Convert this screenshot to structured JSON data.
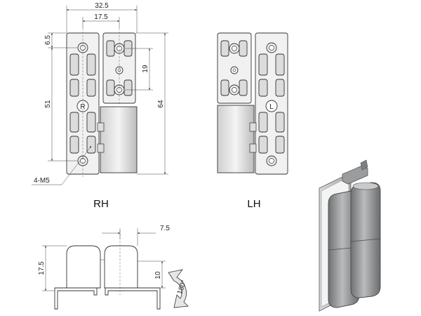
{
  "top_views": {
    "dims": {
      "overall_width": "32.5",
      "inner_width": "17.5",
      "top_offset": "6.5",
      "hole_spacing": "19",
      "hole_span": "51",
      "overall_height": "64",
      "threads": "4-M5"
    },
    "markers": {
      "right": "R",
      "left": "L"
    },
    "view_labels": {
      "right_hand": "RH",
      "left_hand": "LH"
    }
  },
  "side_view": {
    "dims": {
      "offset": "7.5",
      "height": "17.5",
      "knuckle": "10",
      "rotation": "180°"
    }
  },
  "colors": {
    "line": "#333333",
    "fill_light": "#f1f1f1",
    "fill_dark": "#cfcfcf",
    "render_body": "#8e9092"
  }
}
